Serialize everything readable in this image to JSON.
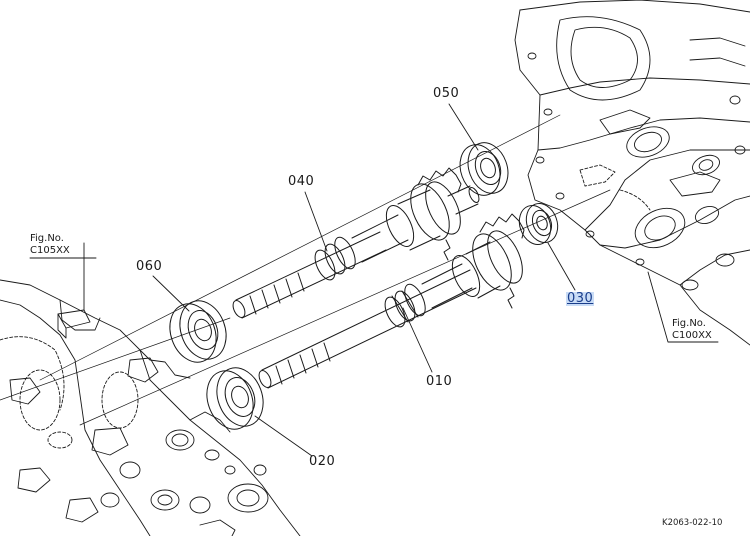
{
  "callouts": {
    "p010": "010",
    "p020": "020",
    "p030": "030",
    "p040": "040",
    "p050": "050",
    "p060": "060"
  },
  "fig_refs": {
    "left": {
      "line1": "Fig.No.",
      "line2": "C105XX"
    },
    "right": {
      "line1": "Fig.No.",
      "line2": "C100XX"
    }
  },
  "drawing_code": "K2063-022-10",
  "colors": {
    "ink": "#1a1a1a",
    "highlight_bg": "#c9dcf6",
    "highlight_text": "#1a3e8c"
  }
}
